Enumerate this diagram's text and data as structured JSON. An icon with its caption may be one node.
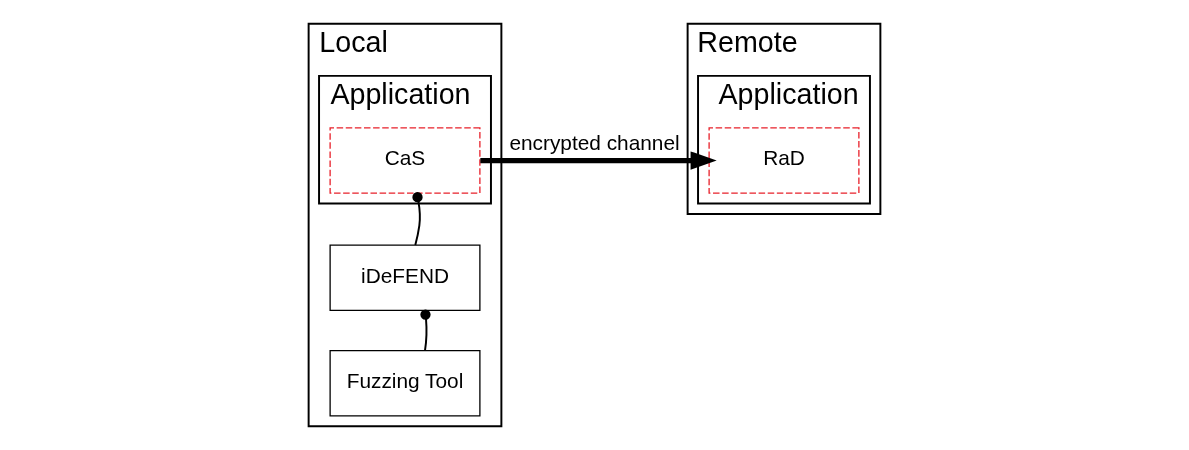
{
  "diagram": {
    "nodes": [
      {
        "text": [
          "Local"
        ]
      },
      {
        "text": [
          "Application"
        ],
        "in": 0
      },
      {
        "text": [
          "CaS"
        ],
        "in": 1
      },
      {
        "text": [
          "iDeFEND"
        ],
        "in": 0
      },
      {
        "text": [
          "Fuzzing Tool"
        ],
        "in": 0
      },
      {
        "text": [
          "Remote"
        ]
      },
      {
        "text": [
          "Application"
        ],
        "in": 5
      },
      {
        "text": [
          "RaD"
        ],
        "in": 6
      }
    ],
    "edges": [
      {
        "from": 2,
        "to": 7,
        "arrow": "to",
        "label": "encrypted channel",
        "style": "thick"
      },
      {
        "from": 3,
        "to": 2,
        "arrow": "other"
      },
      {
        "from": 4,
        "to": 3,
        "arrow": "other"
      }
    ]
  }
}
